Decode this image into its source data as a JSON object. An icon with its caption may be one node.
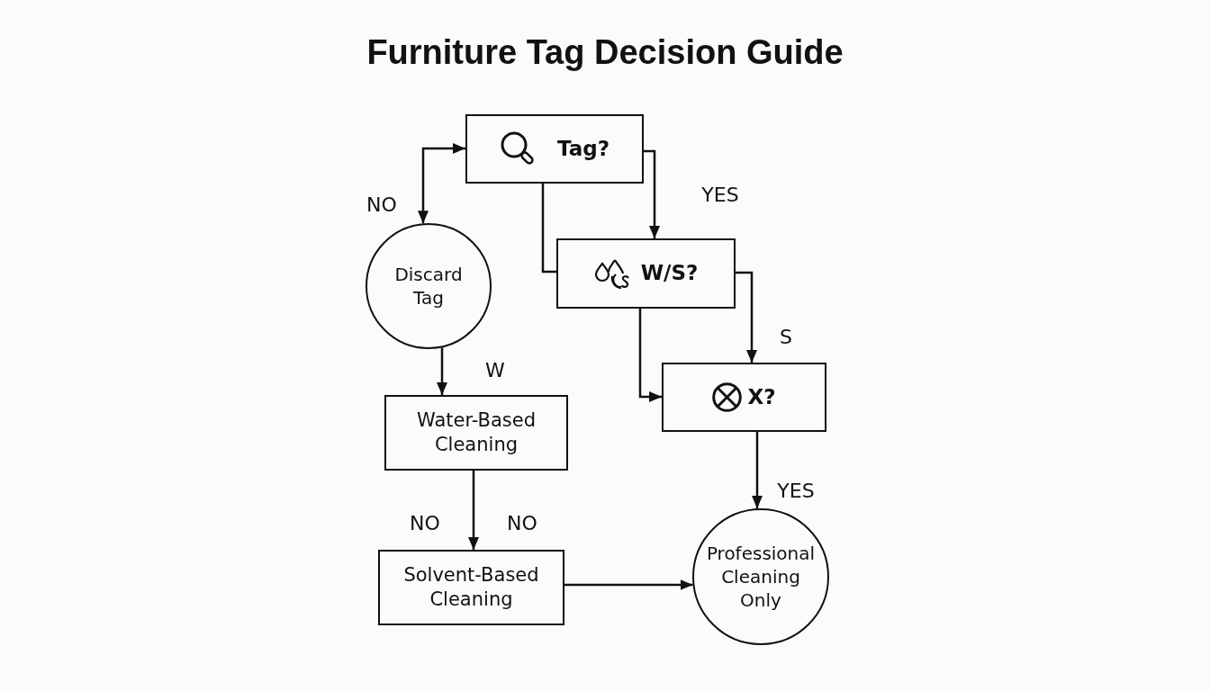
{
  "diagram": {
    "title": "Furniture Tag Decision Guide",
    "nodes": [
      {
        "text": [
          "Tag?"
        ]
      },
      {
        "text": [
          "Discard Tag"
        ]
      },
      {
        "text": [
          "W/S?"
        ]
      },
      {
        "text": [
          "X?"
        ]
      },
      {
        "text": [
          "Water-Based Cleaning"
        ]
      },
      {
        "text": [
          "Solvent-Based Cleaning"
        ]
      },
      {
        "text": [
          "Professional Cleaning Only"
        ]
      }
    ],
    "edges": [
      {
        "from": 0,
        "to": 1,
        "arrow": "both",
        "label": "NO"
      },
      {
        "from": 0,
        "to": 2,
        "arrow": "to",
        "label": "YES"
      },
      {
        "from": 0,
        "to": 2,
        "arrow": "none"
      },
      {
        "from": 2,
        "to": 3,
        "arrow": "to",
        "label": "S"
      },
      {
        "from": 2,
        "to": 3,
        "arrow": "to"
      },
      {
        "from": 1,
        "to": 4,
        "arrow": "to",
        "label": "W"
      },
      {
        "from": 4,
        "to": 5,
        "arrow": "to",
        "label": "NO"
      },
      {
        "from": 5,
        "to": 6,
        "arrow": "to"
      },
      {
        "from": 3,
        "to": 6,
        "arrow": "to",
        "label": "YES"
      }
    ],
    "labels": [
      "NO"
    ]
  }
}
